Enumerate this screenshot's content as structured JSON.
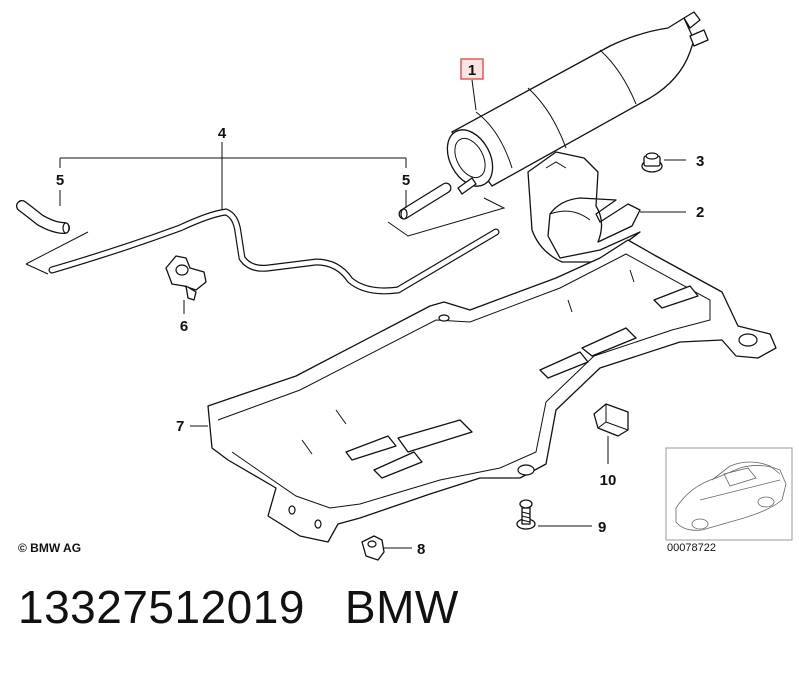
{
  "diagram": {
    "callouts": [
      {
        "id": "1",
        "label": "1",
        "highlighted": true,
        "highlight_color": "#d9534f"
      },
      {
        "id": "2",
        "label": "2"
      },
      {
        "id": "3",
        "label": "3"
      },
      {
        "id": "4",
        "label": "4"
      },
      {
        "id": "5a",
        "label": "5"
      },
      {
        "id": "5b",
        "label": "5"
      },
      {
        "id": "6",
        "label": "6"
      },
      {
        "id": "7",
        "label": "7"
      },
      {
        "id": "8",
        "label": "8"
      },
      {
        "id": "9",
        "label": "9"
      },
      {
        "id": "10",
        "label": "10"
      }
    ],
    "copyright": "© BMW AG",
    "inset_number": "00078722"
  },
  "caption": {
    "part_number": "13327512019",
    "brand": "BMW"
  },
  "colors": {
    "line": "#111111",
    "highlight": "#d9534f",
    "background": "#ffffff"
  }
}
